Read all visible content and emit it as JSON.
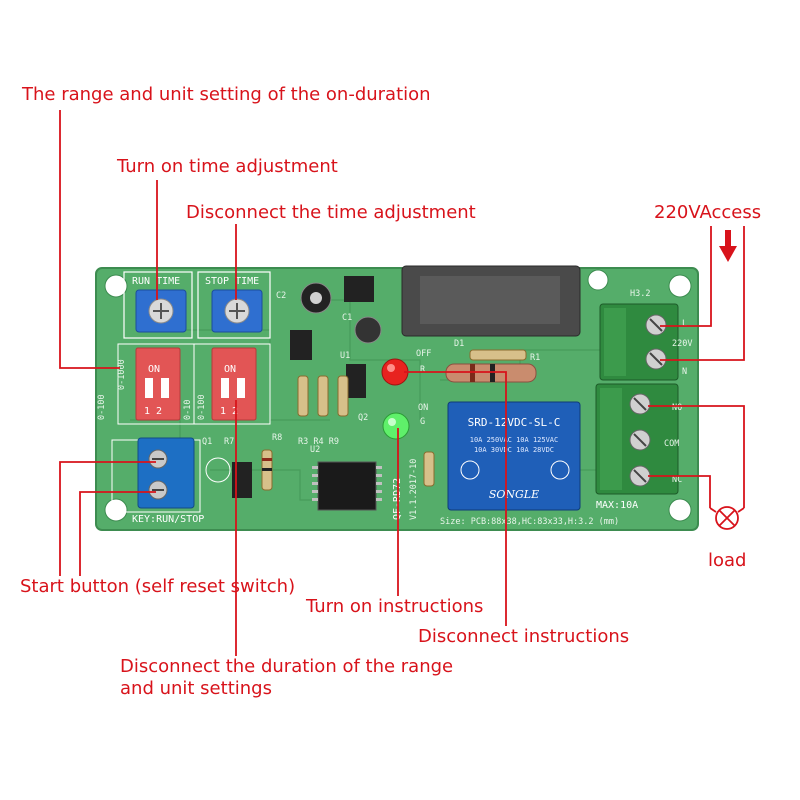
{
  "callouts": {
    "range_unit_on": "The range and unit setting of the on-duration",
    "turn_on_time_adjustment": "Turn on time adjustment",
    "disconnect_time_adjustment": "Disconnect the time adjustment",
    "access_220v": "220VAccess",
    "load": "load",
    "start_button": "Start button (self reset switch)",
    "turn_on_instructions": "Turn on instructions",
    "disconnect_instructions": "Disconnect instructions",
    "disconnect_range_line1": "Disconnect the duration of the range",
    "disconnect_range_line2": "and unit settings"
  },
  "board": {
    "run_time": "RUN TIME",
    "stop_time": "STOP TIME",
    "on_label_1": "ON",
    "on_label_2": "ON",
    "dip_nums_1": "1 2",
    "dip_nums_2": "1 2",
    "range_1000": "0-1000",
    "range_100": "0-100",
    "range_10": "0-10",
    "range_100b": "0-100",
    "key_label": "KEY:RUN/STOP",
    "model": "QF-RD72",
    "version": "V1.1.2017-10",
    "size": "Size: PCB:88x38,HC:83x33,H:3.2 (mm)",
    "max": "MAX:10A",
    "h32": "H3.2",
    "relay_model": "SRD-12VDC-SL-C",
    "relay_spec_1": "10A 250VAC 10A 125VAC",
    "relay_spec_2": "10A 30VDC 10A 28VDC",
    "relay_brand": "SONGLE",
    "led_off": "OFF",
    "led_on": "ON",
    "led_r": "R",
    "led_g": "G",
    "q1": "Q1",
    "q2": "Q2",
    "r7": "R7",
    "r8": "R8",
    "r3r4r9": "R3 R4 R9",
    "u1": "U1",
    "u2": "U2",
    "c2": "C2",
    "c1": "C1",
    "r1": "R1",
    "d1": "D1",
    "term_l": "L",
    "term_220v": "220V",
    "term_n": "N",
    "term_no": "NO",
    "term_com": "COM",
    "term_nc": "NC"
  },
  "colors": {
    "callout_red": "#d8131b",
    "pcb_green": "#55ad6a",
    "dip_red": "#e25555",
    "terminal_blue": "#1d6fc4",
    "terminal_green": "#2f8a3f",
    "relay_blue": "#1f5fb8"
  }
}
